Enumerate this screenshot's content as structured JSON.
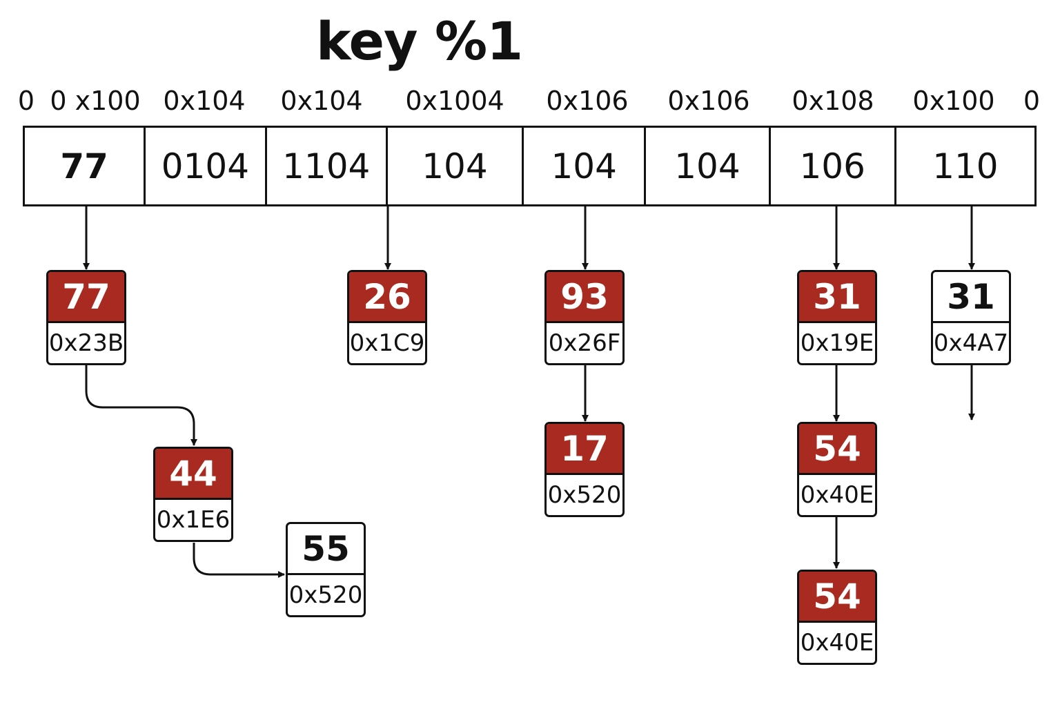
{
  "title": "key %1",
  "header_labels": [
    "0",
    "0 x100",
    "0x104",
    "0x104",
    "0x1004",
    "0x106",
    "0x106",
    "0x108",
    "0x100",
    "0"
  ],
  "array_cells": [
    {
      "value": "77",
      "bold": true
    },
    {
      "value": "0104",
      "bold": false
    },
    {
      "value": "1104",
      "bold": false
    },
    {
      "value": "104",
      "bold": false
    },
    {
      "value": "104",
      "bold": false
    },
    {
      "value": "104",
      "bold": false
    },
    {
      "value": "106",
      "bold": false
    },
    {
      "value": "110",
      "bold": false
    }
  ],
  "nodes": [
    {
      "key": "77",
      "addr": "0x23B",
      "highlighted": true
    },
    {
      "key": "44",
      "addr": "0x1E6",
      "highlighted": true
    },
    {
      "key": "55",
      "addr": "0x520",
      "highlighted": false
    },
    {
      "key": "26",
      "addr": "0x1C9",
      "highlighted": true
    },
    {
      "key": "93",
      "addr": "0x26F",
      "highlighted": true
    },
    {
      "key": "17",
      "addr": "0x520",
      "highlighted": true
    },
    {
      "key": "31",
      "addr": "0x19E",
      "highlighted": true
    },
    {
      "key": "54",
      "addr": "0x40E",
      "highlighted": true
    },
    {
      "key": "54",
      "addr": "0x40E",
      "highlighted": true
    },
    {
      "key": "31",
      "addr": "0x4A7",
      "highlighted": false
    }
  ],
  "colors": {
    "highlight": "#a82a20",
    "line": "#111111"
  }
}
